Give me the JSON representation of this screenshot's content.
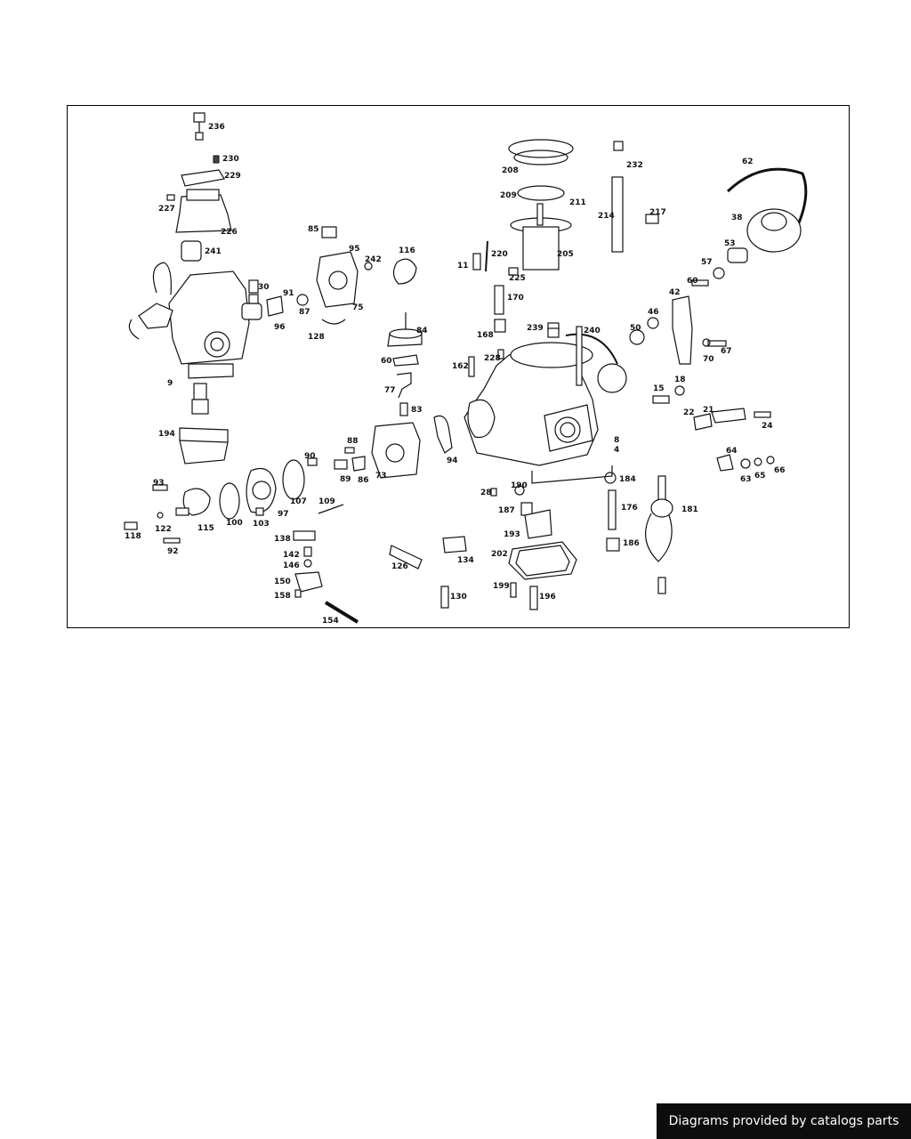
{
  "credit": "Diagrams provided by catalogs parts",
  "colors": {
    "line": "#111111",
    "badge_bg": "#0d0d0d",
    "badge_text": "#ffffff"
  },
  "part_labels": [
    "236",
    "230",
    "229",
    "227",
    "226",
    "241",
    "30",
    "91",
    "87",
    "96",
    "9",
    "85",
    "95",
    "242",
    "116",
    "75",
    "128",
    "84",
    "60",
    "77",
    "83",
    "88",
    "89",
    "86",
    "73",
    "90",
    "107",
    "109",
    "194",
    "93",
    "115",
    "100",
    "103",
    "97",
    "118",
    "122",
    "92",
    "138",
    "142",
    "146",
    "150",
    "158",
    "154",
    "208",
    "209",
    "211",
    "214",
    "232",
    "217",
    "62",
    "38",
    "53",
    "57",
    "60",
    "42",
    "46",
    "50",
    "70",
    "67",
    "15",
    "18",
    "22",
    "21",
    "24",
    "64",
    "63",
    "65",
    "66",
    "11",
    "220",
    "225",
    "205",
    "170",
    "168",
    "162",
    "228",
    "239",
    "240",
    "8",
    "4",
    "94",
    "28",
    "190",
    "187",
    "193",
    "184",
    "176",
    "181",
    "186",
    "126",
    "134",
    "202",
    "130",
    "199",
    "196"
  ]
}
